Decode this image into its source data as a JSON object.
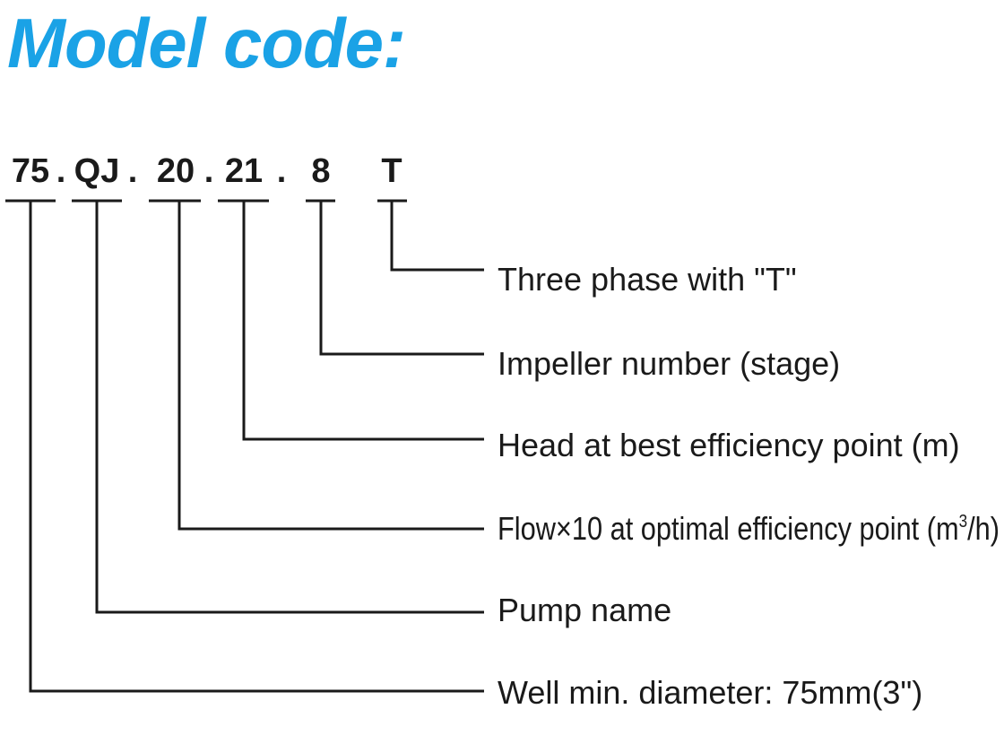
{
  "title": "Model code:",
  "segments": [
    {
      "text": "75"
    },
    {
      "text": "QJ"
    },
    {
      "text": "20"
    },
    {
      "text": "21"
    },
    {
      "text": "8"
    },
    {
      "text": "T"
    }
  ],
  "separator": ".",
  "descriptions": [
    {
      "text": "Three phase with \"T\""
    },
    {
      "text": "Impeller number (stage)"
    },
    {
      "text": "Head at best efficiency point (m)"
    },
    {
      "pre": "Flow×10 at optimal efficiency point (m",
      "sup": "3",
      "post": "/h)"
    },
    {
      "text": "Pump name"
    },
    {
      "text": "Well min. diameter: 75mm(3\")"
    }
  ]
}
